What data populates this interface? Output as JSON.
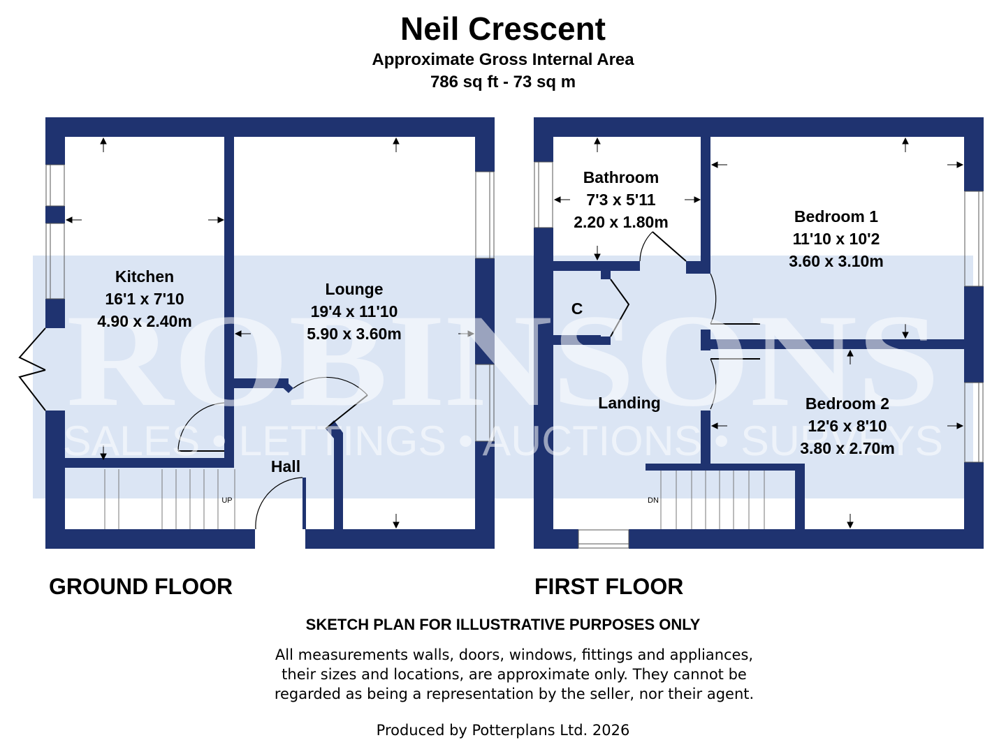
{
  "header": {
    "title": "Neil Crescent",
    "area_label": "Approximate Gross Internal Area",
    "area_value": "786 sq ft - 73 sq m"
  },
  "watermark": {
    "brand": "ROBINSONS",
    "services": "SALES • LETTINGS • AUCTIONS • SURVEYS"
  },
  "ground_floor": {
    "label": "GROUND FLOOR",
    "stairs_label": "UP",
    "rooms": [
      {
        "name": "Kitchen",
        "imperial": "16'1 x 7'10",
        "metric": "4.90 x 2.40m"
      },
      {
        "name": "Lounge",
        "imperial": "19'4 x 11'10",
        "metric": "5.90 x 3.60m"
      },
      {
        "name": "Hall"
      }
    ]
  },
  "first_floor": {
    "label": "FIRST FLOOR",
    "stairs_label": "DN",
    "rooms": [
      {
        "name": "Bathroom",
        "imperial": "7'3 x 5'11",
        "metric": "2.20 x 1.80m"
      },
      {
        "name": "Bedroom 1",
        "imperial": "11'10 x 10'2",
        "metric": "3.60 x 3.10m"
      },
      {
        "name": "C"
      },
      {
        "name": "Landing"
      },
      {
        "name": "Bedroom 2",
        "imperial": "12'6 x 8'10",
        "metric": "3.80 x 2.70m"
      }
    ]
  },
  "footer": {
    "heading": "SKETCH PLAN FOR ILLUSTRATIVE PURPOSES ONLY",
    "disclaimer": "All measurements walls, doors, windows, fittings and appliances, their sizes and locations, are approximate only. They cannot be regarded as being a representation by the seller, nor their agent.",
    "producer": "Produced by Potterplans Ltd. 2026"
  },
  "colors": {
    "wall": "#1f3370",
    "watermark_band": "#dbe5f4",
    "text": "#000000"
  }
}
